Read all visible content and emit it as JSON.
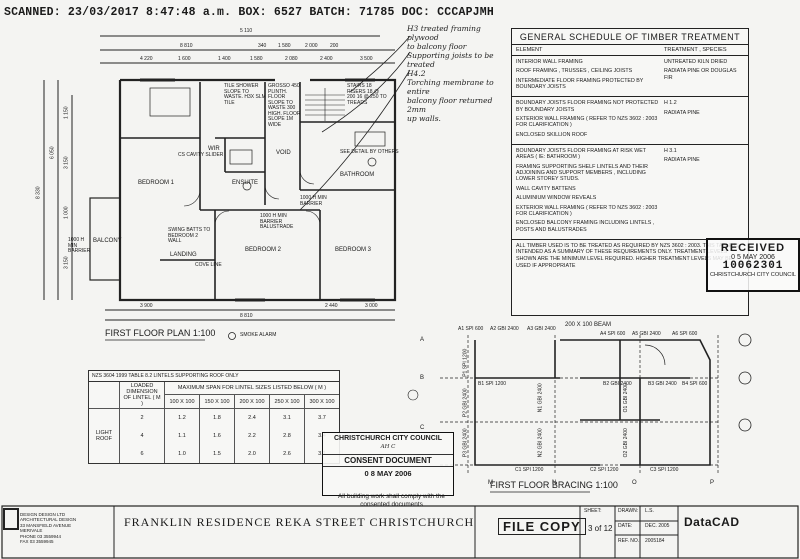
{
  "scan_header": "SCANNED: 23/03/2017 8:47:48 a.m. BOX: 6527 BATCH: 71785 DOC: CCCAPJMH",
  "handwritten_note": {
    "line1": "H3 treated framing plywood",
    "line2": "to balcony floor",
    "line3": "Supporting joists to be treated",
    "line4": "H4.2",
    "line5": "Torching membrane to entire",
    "line6": "balcony floor returned 2mm",
    "line7": "up walls."
  },
  "plan": {
    "title": "FIRST FLOOR PLAN 1:100",
    "smoke_alarm": "SMOKE ALARM",
    "dims_top": [
      "5 110",
      "8 810",
      "340",
      "1 580",
      "2 000",
      "200"
    ],
    "dims_top2": [
      "4 220",
      "1 600",
      "1 400",
      "1 580",
      "2 080",
      "2 400",
      "3 500"
    ],
    "dims_bottom": [
      "3 900",
      "8 810",
      "2 440",
      "3 000"
    ],
    "dims_left": [
      "8 330",
      "6 050",
      "1 150",
      "3 150",
      "1 000",
      "3 150"
    ],
    "rooms": {
      "bedroom1": "BEDROOM 1",
      "ensuite": "ENSUITE",
      "wir": "WIR",
      "void": "VOID",
      "bathroom": "BATHROOM",
      "bedroom2": "BEDROOM 2",
      "bedroom3": "BEDROOM 3",
      "landing": "LANDING",
      "balcony": "BALCONY"
    },
    "notes": {
      "cs_cavity": "CS CAVITY SLIDER",
      "tile": "TILE SHOWER SLOPE TO WASTE. H3X SLM TILE",
      "grosso": "GROSSO 450 PLINTH. FLOOR SLOPE TO WASTE 300 HIGH. FLOOR SLOPE 1M WIDE",
      "stairs": "STAIRS 18 RISERS 18 @ 200 16 @ 250 TO TREADS",
      "barrier": "1000 H MIN BARRIER",
      "handrail": "1000 H MIN BARRIER BALUSTRADE",
      "swing": "SWING BATTS TO BEDROOM 2 WALL",
      "cove": "COVE LINE",
      "bal_barrier": "1000 H MIN BARRIER",
      "stair_detail": "SEE DETAIL BY OTHERS"
    }
  },
  "schedule": {
    "title": "GENERAL SCHEDULE OF TIMBER TREATMENT",
    "col_element": "ELEMENT",
    "col_treatment": "TREATMENT , SPECIES",
    "groups": [
      {
        "elements": [
          "INTERIOR WALL FRAMING",
          "ROOF FRAMING , TRUSSES , CEILING JOISTS",
          "INTERMEDIATE FLOOR FRAMING PROTECTED BY BOUNDARY JOISTS"
        ],
        "treatments": [
          "UNTREATED KILN DRIED",
          "RADIATA PINE OR DOUGLAS FIR"
        ]
      },
      {
        "elements": [
          "BOUNDARY JOISTS FLOOR FRAMING NOT PROTECTED BY BOUNDARY JOISTS",
          "EXTERIOR WALL FRAMING ( REFER TO NZS 3602 : 2003 FOR CLARIFICATION )",
          "ENCLOSED SKILLION ROOF"
        ],
        "treatments": [
          "H 1.2",
          "RADIATA PINE"
        ]
      },
      {
        "elements": [
          "BOUNDARY JOISTS FLOOR FRAMING AT RISK WET AREAS ( IE: BATHROOM )",
          "FRAMING SUPPORTING SHELF LINTELS AND THEIR ADJOINING AND SUPPORT MEMBERS , INCLUDING LOWER STOREY STUDS.",
          "WALL CAVITY BATTENS",
          "ALUMINIUM WINDOW REVEALS",
          "EXTERIOR WALL FRAMING ( REFER TO NZS 3602 : 2003 FOR CLARIFICATION )",
          "ENCLOSED BALCONY FRAMING INCLUDING LINTELS , POSTS AND BALUSTRADES"
        ],
        "treatments": [
          "H 3.1",
          "RADIATA PINE"
        ]
      }
    ],
    "note": "ALL TIMBER USED IS TO BE TREATED AS REQUIRED BY NZS 3602 : 2003. THIS TABLE IS INTENDED AS A SUMMARY OF THESE REQUIREMENTS ONLY. TREATMENT LEVELS SHOWN ARE THE MINIMUM LEVEL REQUIRED. HIGHER TREATMENT LEVELS MAY BE USED IF APPROPRIATE"
  },
  "received_stamp": {
    "label": "RECEIVED",
    "date": "0 5 MAY 2006",
    "number": "10062301",
    "council": "CHRISTCHURCH CITY COUNCIL"
  },
  "bracing": {
    "title": "FIRST FLOOR BRACING 1:100",
    "beam": "200 X 100 BEAM",
    "grid_rows": [
      "A",
      "B",
      "C"
    ],
    "grid_cols": [
      "M",
      "N",
      "O",
      "P"
    ],
    "labels": [
      "A1 SPI 600",
      "A2 GBI 2400",
      "A3 GBI 2400",
      "A4 SPI 600",
      "A5 GBI 2400",
      "A6 SPI 600",
      "B1 SPI 1200",
      "B2 GBI 2400",
      "B3 GBI 2400",
      "B4 SPI 600",
      "C1 SPI 1200",
      "C2 SPI 1200",
      "C3 SPI 1200",
      "P1 SPI 1200",
      "P2 GBI 2400",
      "P3 GBI 2400",
      "N1 GBI 2400",
      "N2 GBI 2400",
      "O1 GBI 2400",
      "O2 GBI 2400"
    ]
  },
  "lintel_table": {
    "caption": "NZS 3604 1999 TABLE 8.2 LINTELS SUPPORTING ROOF ONLY",
    "col_loaded": "LOADED DIMENSION OF LINTEL ( M )",
    "col_span": "MAXIMUM SPAN FOR LINTEL SIZES LISTED BELOW ( M )",
    "sizes": [
      "100 X 100",
      "150 X 100",
      "200 X 100",
      "250 X 100",
      "300 X 100"
    ],
    "row_label": "LIGHT ROOF",
    "rows": [
      {
        "ld": "2",
        "values": [
          "1.2",
          "1.8",
          "2.4",
          "3.1",
          "3.7"
        ]
      },
      {
        "ld": "4",
        "values": [
          "1.1",
          "1.6",
          "2.2",
          "2.8",
          "3.4"
        ]
      },
      {
        "ld": "6",
        "values": [
          "1.0",
          "1.5",
          "2.0",
          "2.6",
          "3.1"
        ]
      }
    ]
  },
  "consent_stamp": {
    "council": "CHRISTCHURCH CITY COUNCIL",
    "initials": "AH C",
    "title": "CONSENT DOCUMENT",
    "date": "0 8 MAY 2006",
    "note": "All building work shall comply with the consented documents"
  },
  "title_block": {
    "title": "FRANKLIN RESIDENCE   REKA STREET   CHRISTCHURCH",
    "file_copy": "FILE COPY",
    "sheet_label": "SHEET:",
    "sheet_value": "3 of 12",
    "drawn_label": "DRAWN:",
    "drawn_value": "L.S.",
    "date_label": "DATE:",
    "date_value": "DEC. 2005",
    "ref_label": "REF. NO.:",
    "ref_value": "2005184",
    "datacad": "DataCAD",
    "company": [
      "DESIGN DESIGN LTD",
      "ARCHITECTURAL DESIGN",
      "33 MANSFIELD AVENUE",
      "MERIVALE",
      "PHONE 03 3559944",
      "FAX 03 3559945"
    ]
  }
}
